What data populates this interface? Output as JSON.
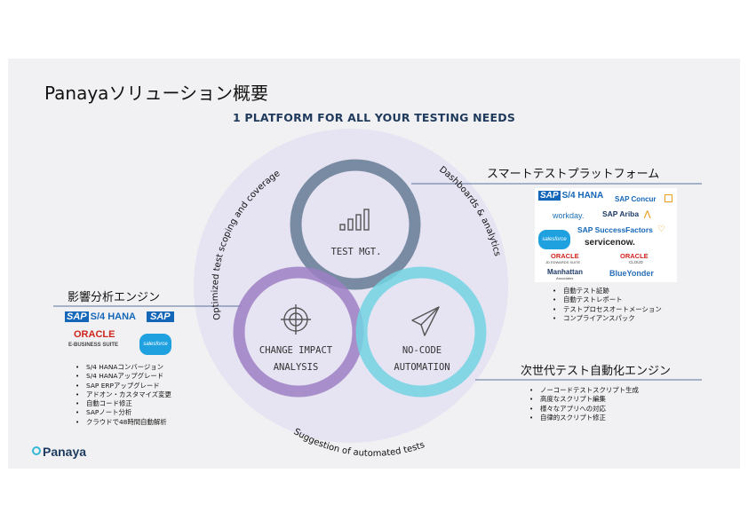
{
  "title": "Panayaソリューション概要",
  "subtitle": "1 PLATFORM FOR ALL YOUR TESTING NEEDS",
  "circles": {
    "top": {
      "label": "TEST MGT.",
      "icon": "bar-chart-icon",
      "color": "#6b8199"
    },
    "left": {
      "label_1": "CHANGE IMPACT",
      "label_2": "ANALYSIS",
      "icon": "target-icon",
      "color": "#9c7fc4"
    },
    "right": {
      "label_1": "NO-CODE",
      "label_2": "AUTOMATION",
      "icon": "paper-plane-icon",
      "color": "#73d3e3"
    }
  },
  "arc_labels": {
    "left": "Optimized test scoping and coverage",
    "right": "Dashboards & analytics",
    "bottom": "Suggestion of automated tests"
  },
  "smart_platform": {
    "heading": "スマートテストプラットフォーム",
    "bullets": [
      "自動テスト証跡",
      "自動テストレポート",
      "テストプロセスオートメーション",
      "コンプライアンスパック"
    ],
    "logos": {
      "s4hana": "S/4 HANA",
      "concur": "SAP Concur",
      "workday": "workday.",
      "ariba": "SAP Ariba",
      "successfactors": "SAP SuccessFactors",
      "salesforce": "salesforce",
      "servicenow": "servicenow.",
      "oracle_jd": "ORACLE",
      "oracle_jd_sub": "JD EDWARDS SUITE",
      "oracle_cloud": "ORACLE",
      "oracle_cloud_sub": "CLOUD",
      "manhattan": "Manhattan",
      "manhattan_sub": "Associates",
      "blueyonder": "BlueYonder",
      "sap": "SAP"
    }
  },
  "impact_engine": {
    "heading": "影響分析エンジン",
    "bullets": [
      "S/4 HANAコンバージョン",
      "S/4 HANAアップグレード",
      "SAP ERPアップグレード",
      "アドオン・カスタマイズ変更",
      "自動コード修正",
      "SAPノート分析",
      "クラウドで48時間自動解析"
    ],
    "logos": {
      "sap": "SAP",
      "s4hana": "S/4 HANA",
      "oracle": "ORACLE",
      "oracle_sub": "E-BUSINESS SUITE",
      "salesforce": "salesforce"
    }
  },
  "automation_engine": {
    "heading": "次世代テスト自動化エンジン",
    "bullets": [
      "ノーコードテストスクリプト生成",
      "高度なスクリプト編集",
      "様々なアプリへの対応",
      "自律的スクリプト修正"
    ]
  },
  "brand": "Panaya"
}
